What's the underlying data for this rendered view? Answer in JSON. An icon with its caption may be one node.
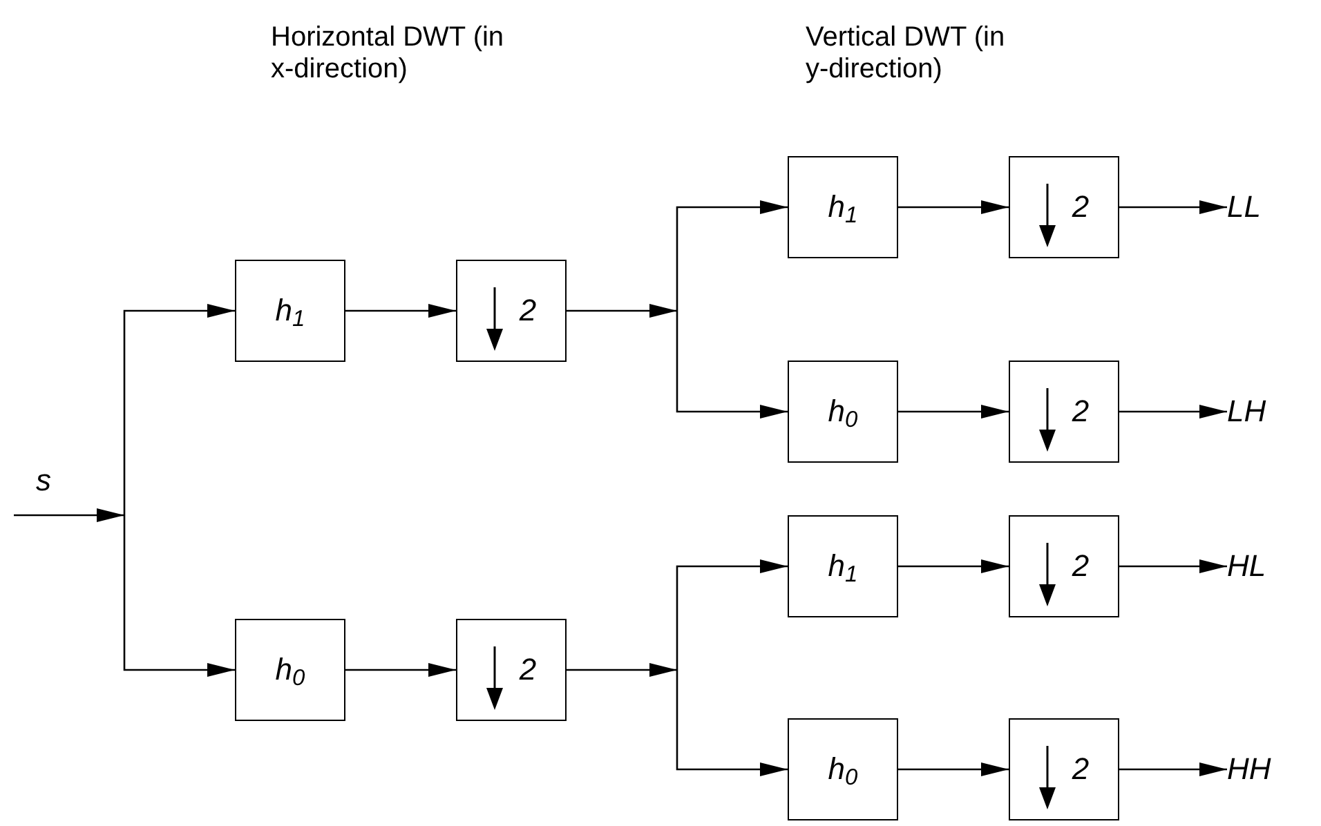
{
  "diagram": {
    "nodes": [
      {
        "text": [
          "h$_{1}$"
        ]
      },
      {
        "text": [
          "2"
        ]
      },
      {
        "text": [
          "h$_{0}$"
        ]
      },
      {
        "text": [
          "2"
        ]
      },
      {
        "text": [
          "h$_{1}$"
        ]
      },
      {
        "text": [
          "2"
        ]
      },
      {
        "text": [
          "LL"
        ]
      },
      {
        "text": [
          "h$_{0}$"
        ]
      },
      {
        "text": [
          "2"
        ]
      },
      {
        "text": [
          "LH"
        ]
      },
      {
        "text": [
          "h$_{1}$"
        ]
      },
      {
        "text": [
          "2"
        ]
      },
      {
        "text": [
          "HL"
        ]
      },
      {
        "text": [
          "h$_{0}$"
        ]
      },
      {
        "text": [
          "2"
        ]
      },
      {
        "text": [
          "HH"
        ]
      }
    ],
    "edges": [
      {
        "from": null,
        "to": 0,
        "arrow": "to",
        "label": "s"
      },
      {
        "from": null,
        "to": 2,
        "arrow": "to"
      },
      {
        "from": 0,
        "to": 1,
        "arrow": "to"
      },
      {
        "from": 2,
        "to": 3,
        "arrow": "to"
      },
      {
        "from": 1,
        "to": 4,
        "arrow": "to"
      },
      {
        "from": 1,
        "to": 7,
        "arrow": "to"
      },
      {
        "from": 3,
        "to": 10,
        "arrow": "to"
      },
      {
        "from": 3,
        "to": 13,
        "arrow": "to"
      },
      {
        "from": 4,
        "to": 5,
        "arrow": "to"
      },
      {
        "from": 7,
        "to": 8,
        "arrow": "to"
      },
      {
        "from": 10,
        "to": 11,
        "arrow": "to"
      },
      {
        "from": 13,
        "to": 14,
        "arrow": "to"
      },
      {
        "from": 5,
        "to": 6,
        "arrow": "to"
      },
      {
        "from": 8,
        "to": 9,
        "arrow": "to"
      },
      {
        "from": 11,
        "to": 12,
        "arrow": "to"
      },
      {
        "from": 14,
        "to": 15,
        "arrow": "to"
      }
    ],
    "labels": [
      "Horizontal DWT (in x-direction)",
      "Vertical DWT (in y-direction)"
    ]
  }
}
